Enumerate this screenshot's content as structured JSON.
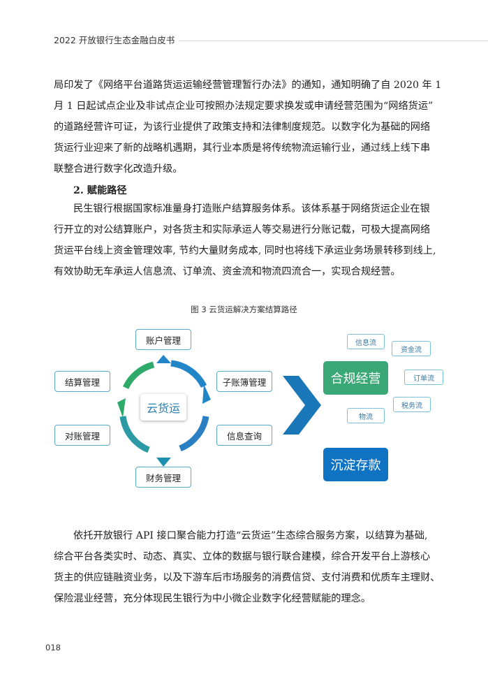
{
  "header": {
    "title": "2022 开放银行生态金融白皮书"
  },
  "paragraph1": [
    "局印发了《网络平台道路货运运输经营管理暂行办法》的通知，通知明确了自 2020 年 1",
    "月 1 日起试点企业及非试点企业可按照办法规定要求换发或申请经营范围为“网络货运”",
    "的道路经营许可证，为该行业提供了政策支持和法律制度规范。以数字化为基础的网络",
    "货运行业迎来了新的战略机遇期，其行业本质是将传统物流运输行业，通过线上线下串",
    "联整合进行数字化改造升级。"
  ],
  "heading": "2. 赋能路径",
  "paragraph2": [
    "民生银行根据国家标准量身打造账户结算服务体系。该体系基于网络货运企业在银",
    "行开立的对公结算账户，对各货主和实际承运人等交易进行分账记载，可极大提高网络",
    "货运平台线上资金管理效率, 节约大量财务成本, 同时也将线下承运业务场景转移到线上,",
    "有效协助无车承运人信息流、订单流、资金流和物流四流合一，实现合规经营。"
  ],
  "figure": {
    "caption": "图 3  云货运解决方案结算路径",
    "center": "云货运",
    "cycle_labels": {
      "top": "账户管理",
      "left_upper": "结算管理",
      "left_lower": "对账管理",
      "right_upper": "子账簿管理",
      "right_lower": "信息查询",
      "bottom": "财务管理"
    },
    "compliance": "合规经营",
    "deposit": "沉淀存款",
    "flows": {
      "info": "信息流",
      "capital": "资金流",
      "order": "订单流",
      "tax": "税务流",
      "logistics": "物流"
    },
    "colors": {
      "compliance_green": "#3aa776",
      "deposit_blue": "#0f72c2",
      "chevron_blue": "#1a78b8",
      "ring_green": "#2eaa6a",
      "ring_blue": "#2285c8"
    }
  },
  "paragraph3": [
    "依托开放银行 API 接口聚合能力打造“云货运”生态综合服务方案，以结算为基础,",
    "综合平台各类实时、动态、真实、立体的数据与银行联合建模，综合开发平台上游核心",
    "货主的供应链融资业务，以及下游车后市场服务的消费信贷、支付消费和优质车主理财、",
    "保险混业经营，充分体现民生银行为中小微企业数字化经营赋能的理念。"
  ],
  "page_number": "018"
}
